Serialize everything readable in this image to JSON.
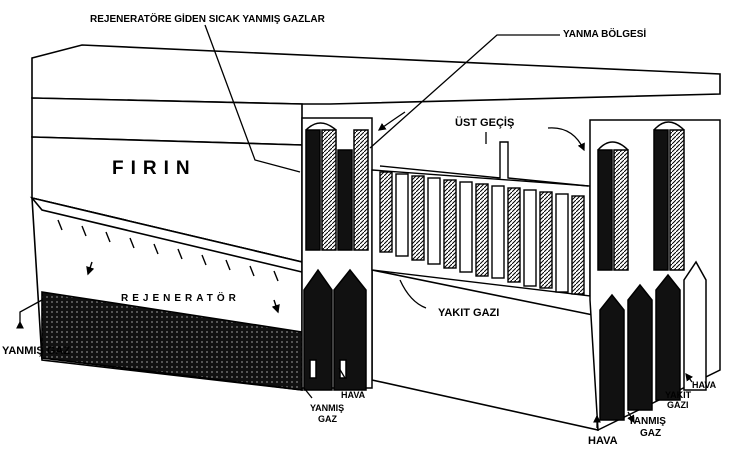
{
  "labels": {
    "hot_gases": "REJENERATÖRE GİDEN SICAK YANMIŞ GAZLAR",
    "combustion_zone": "YANMA BÖLGESİ",
    "furnace": "FIRIN",
    "upper_passage": "ÜST GEÇİŞ",
    "regenerator": "REJENERATÖR",
    "fuel_gas": "YAKIT GAZI",
    "exhaust_left": "YANMIŞ GAZ",
    "exhaust_mid_1": "YANMIŞ",
    "exhaust_mid_2": "GAZ",
    "air_mid": "HAVA",
    "air_bottom": "HAVA",
    "exhaust_right_1": "YANMIŞ",
    "exhaust_right_2": "GAZ",
    "fuel_right_1": "YAKIT",
    "fuel_right_2": "GAZI",
    "air_right": "HAVA"
  },
  "colors": {
    "ink": "#000000",
    "paper": "#ffffff",
    "shade": "#1a1a1a"
  }
}
